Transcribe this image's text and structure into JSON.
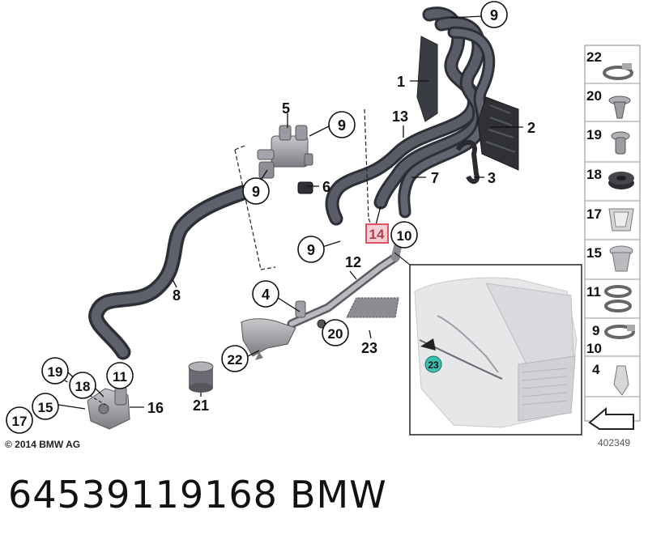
{
  "callouts": {
    "c1": "1",
    "c2": "2",
    "c3": "3",
    "c4": "4",
    "c5": "5",
    "c6": "6",
    "c7": "7",
    "c8": "8",
    "c9a": "9",
    "c9b": "9",
    "c9c": "9",
    "c9d": "9",
    "c10": "10",
    "c11": "11",
    "c12": "12",
    "c13": "13",
    "c14": "14",
    "c15": "15",
    "c16": "16",
    "c17": "17",
    "c18": "18",
    "c19": "19",
    "c20": "20",
    "c21": "21",
    "c22": "22",
    "c23": "23"
  },
  "sidebar_items": [
    "22",
    "20",
    "19",
    "18",
    "17",
    "15",
    "11",
    "9",
    "10",
    "4"
  ],
  "copyright": "© 2014 BMW AG",
  "reference_number": "402349",
  "part_number": "64539119168",
  "brand": "BMW",
  "colors": {
    "highlight": "#e05060",
    "accent": "#3cc0b0",
    "hose": "#4a4d57"
  }
}
